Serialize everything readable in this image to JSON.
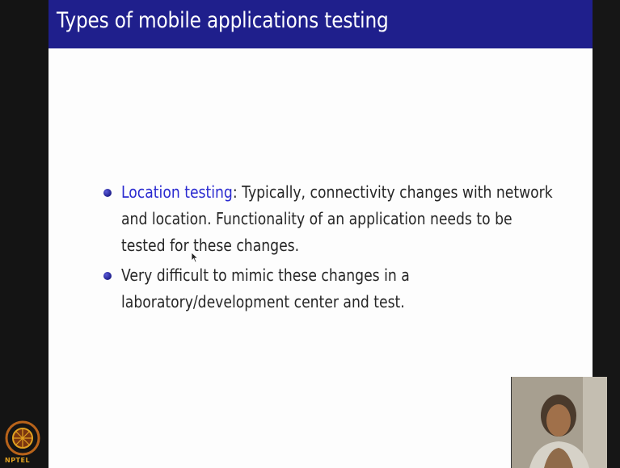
{
  "slide": {
    "title": "Types of mobile applications testing",
    "bullets": [
      {
        "term": "Location testing",
        "lines": [
          ": Typically, connectivity changes with network",
          "and location. Functionality of an application needs to be",
          "tested for these changes."
        ]
      },
      {
        "lines": [
          "Very difficult to mimic these changes in a",
          "laboratory/development center and test."
        ]
      }
    ]
  },
  "branding": {
    "logo_text": "NPTEL",
    "logo_color": "#e0a020"
  },
  "colors": {
    "title_bar": "#1f1f8c",
    "term": "#2a2ad0",
    "body_text": "#262626"
  },
  "icons": {
    "cursor": "mouse-cursor-icon",
    "logo": "nptel-logo-icon"
  }
}
